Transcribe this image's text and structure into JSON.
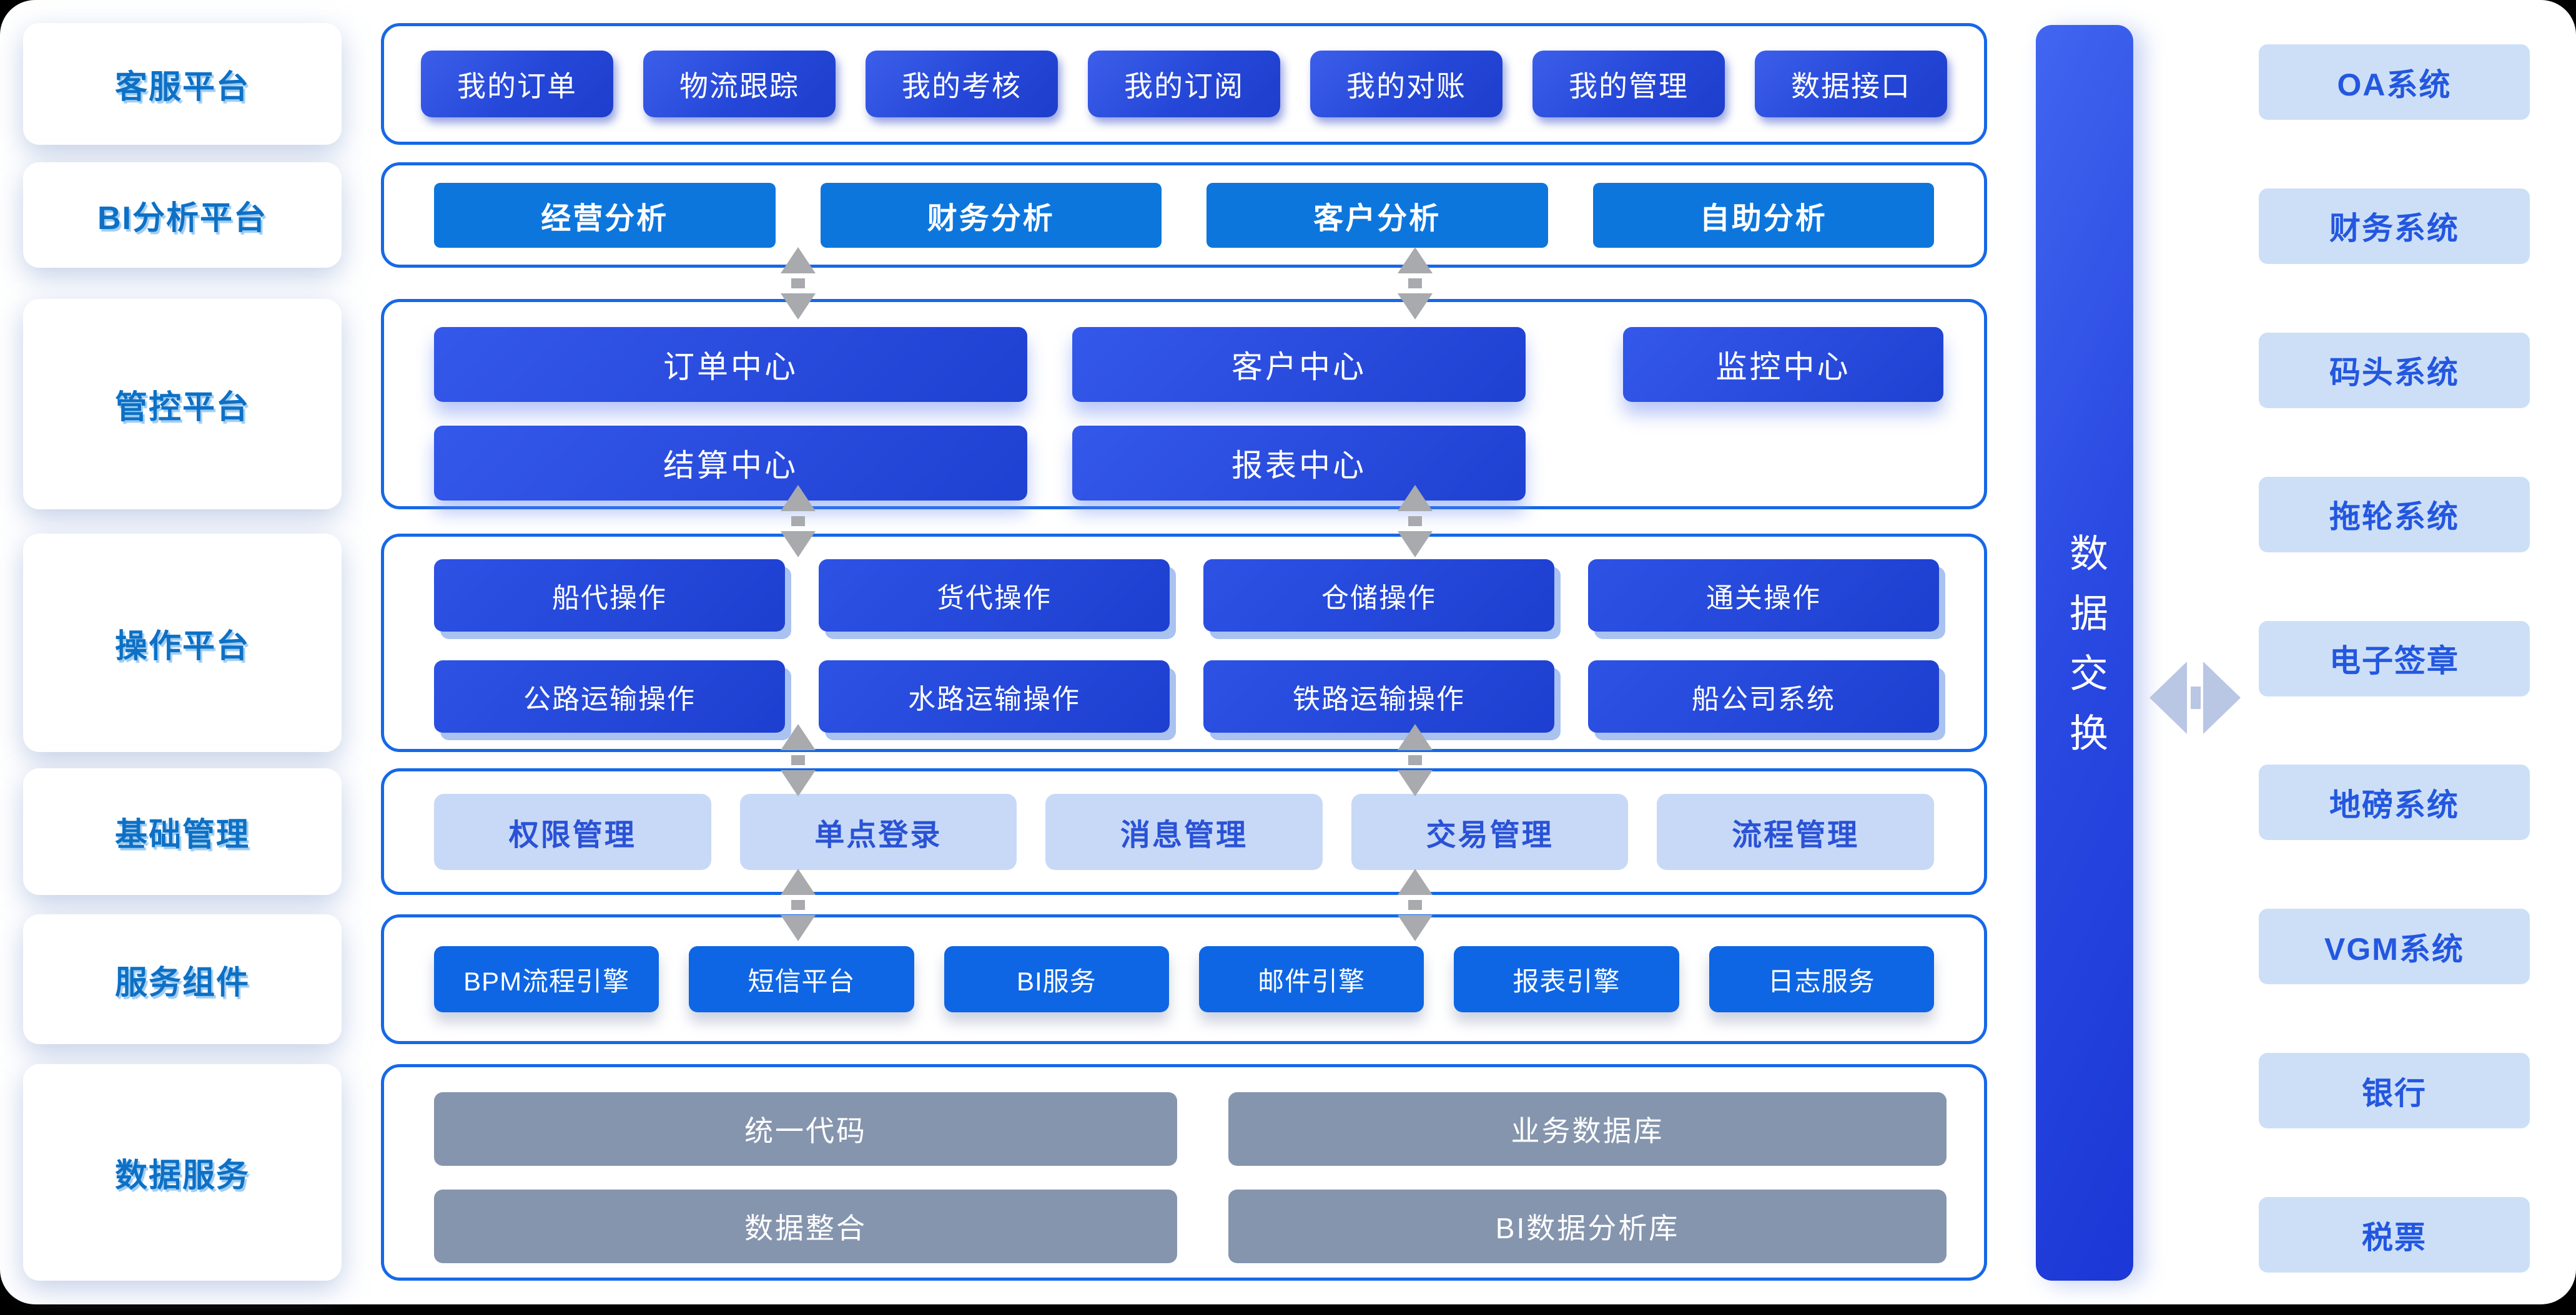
{
  "colors": {
    "backdrop": "#000000",
    "canvas_background": "#ffffff",
    "box_border": "#1668e8",
    "sidebar_text": "#0d70c5",
    "button_dark_blue": "#2b4fe0",
    "button_azure": "#0d76dd",
    "button_light_bg": "#c7d9f6",
    "button_light_text": "#2a52d6",
    "button_bright_blue": "#0e66e4",
    "button_gray": "#8695ae",
    "operation_shadow": "#a9c2f0",
    "exchange_bar_gradient_start": "#4166f0",
    "exchange_bar_gradient_end": "#1b37d6",
    "external_card_bg": "#cddff7",
    "external_card_text": "#2357e0",
    "vertical_arrow": "#a8aaad",
    "horizontal_arrow": "#b9c6e4"
  },
  "rows": [
    {
      "label": "客服平台",
      "items": [
        "我的订单",
        "物流跟踪",
        "我的考核",
        "我的订阅",
        "我的对账",
        "我的管理",
        "数据接口"
      ]
    },
    {
      "label": "BI分析平台",
      "items": [
        "经营分析",
        "财务分析",
        "客户分析",
        "自助分析"
      ]
    },
    {
      "label": "管控平台",
      "items": [
        "订单中心",
        "客户中心",
        "监控中心",
        "结算中心",
        "报表中心"
      ]
    },
    {
      "label": "操作平台",
      "items": [
        "船代操作",
        "货代操作",
        "仓储操作",
        "通关操作",
        "公路运输操作",
        "水路运输操作",
        "铁路运输操作",
        "船公司系统"
      ]
    },
    {
      "label": "基础管理",
      "items": [
        "权限管理",
        "单点登录",
        "消息管理",
        "交易管理",
        "流程管理"
      ]
    },
    {
      "label": "服务组件",
      "items": [
        "BPM流程引擎",
        "短信平台",
        "BI服务",
        "邮件引擎",
        "报表引擎",
        "日志服务"
      ]
    },
    {
      "label": "数据服务",
      "items": [
        "统一代码",
        "业务数据库",
        "数据整合",
        "BI数据分析库"
      ]
    }
  ],
  "exchange_bar": {
    "label": "数据交换"
  },
  "external_systems": [
    "OA系统",
    "财务系统",
    "码头系统",
    "拖轮系统",
    "电子签章",
    "地磅系统",
    "VGM系统",
    "银行",
    "税票"
  ]
}
